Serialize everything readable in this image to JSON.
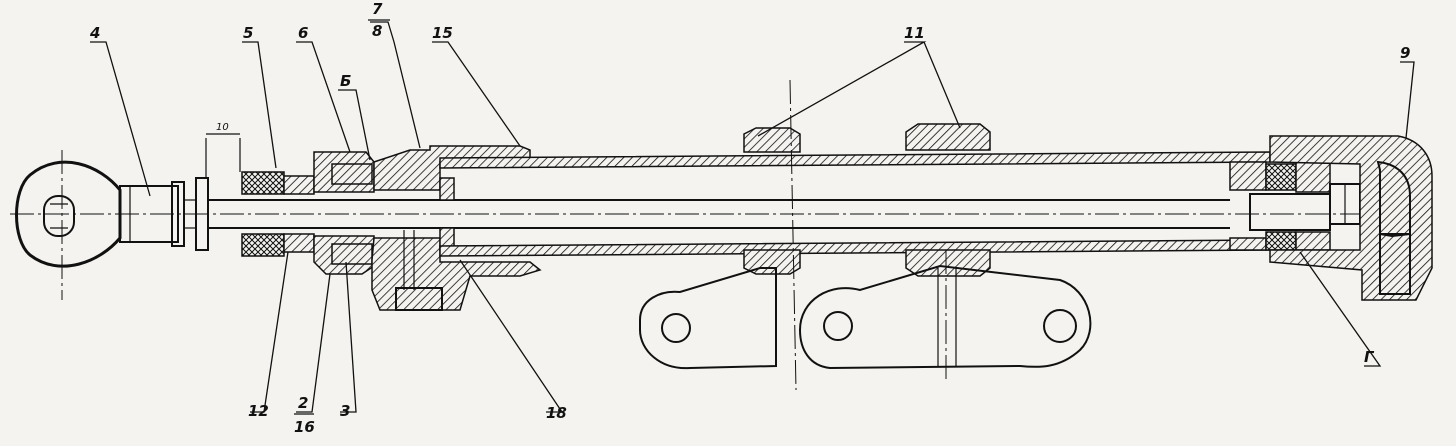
{
  "drawing": {
    "part_labels": {
      "p4": "4",
      "p5": "5",
      "p6": "6",
      "p7": "7",
      "p8": "8",
      "p15": "15",
      "p11": "11",
      "p9": "9",
      "pB": "Б",
      "p12": "12",
      "p2": "2",
      "p16": "16",
      "p3": "3",
      "p18": "18",
      "pG": "Г",
      "dim10": "10"
    },
    "colors": {
      "ink": "#111111",
      "paper": "#f4f3ef"
    }
  }
}
